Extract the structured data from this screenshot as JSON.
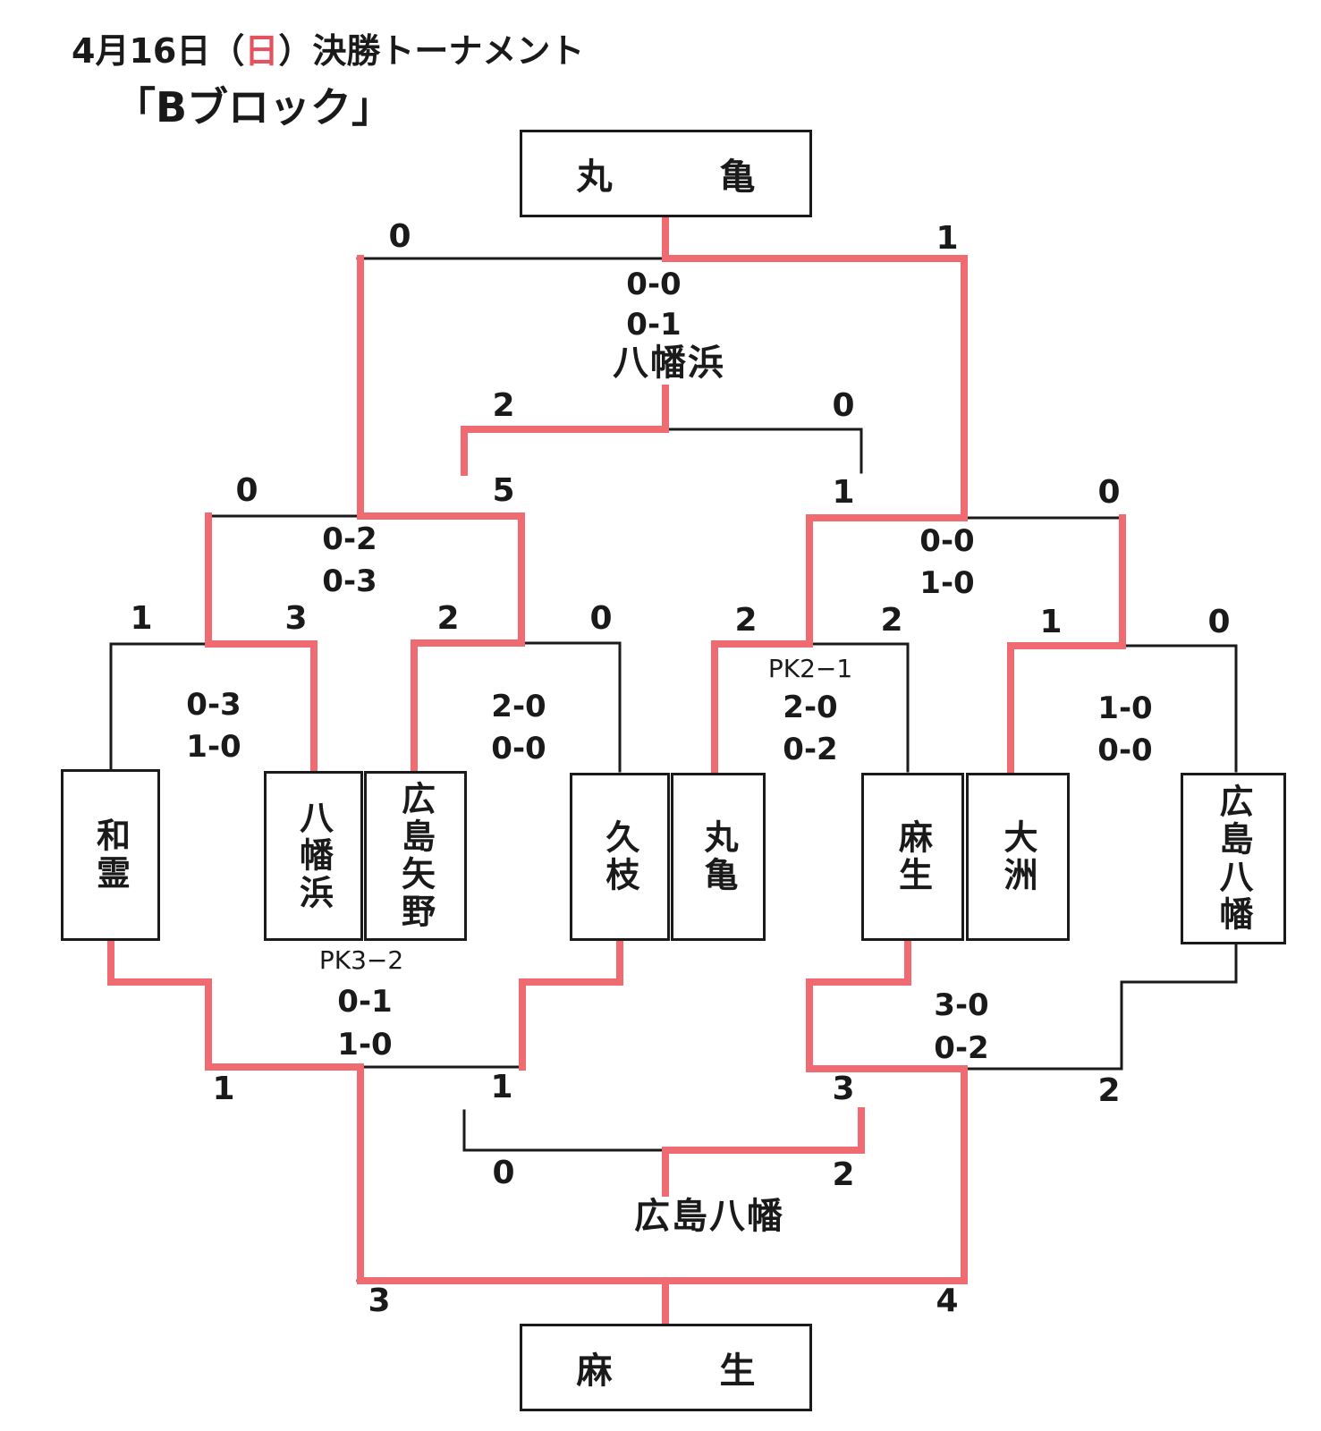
{
  "header": {
    "title_prefix": "4月16日（",
    "title_day": "日",
    "title_suffix": "）決勝トーナメント",
    "block": "「Bブロック」",
    "day_color": "#e5525f"
  },
  "colors": {
    "win_line": "#f06a72",
    "line": "#1a1a1a"
  },
  "champion": "丸　亀",
  "third_place": "麻　生",
  "teams": {
    "t1": "和霊",
    "t2": "八幡浜",
    "t3": "広島矢野",
    "t4": "久枝",
    "t5": "丸亀",
    "t6": "麻生",
    "t7": "大洲",
    "t8": "広島八幡"
  },
  "winners": {
    "top_semifinal": "八幡浜",
    "bottom_semifinal": "広島八幡"
  },
  "top_bracket": {
    "final": {
      "left_score": "0",
      "right_score": "1",
      "detail_1": "0-0",
      "detail_2": "0-1"
    },
    "third_match": {
      "left_score": "2",
      "right_score": "0"
    },
    "semi_left": {
      "left_score": "0",
      "right_score": "5",
      "detail_1": "0-2",
      "detail_2": "0-3"
    },
    "semi_right": {
      "left_score": "1",
      "right_score": "0",
      "detail_1": "0-0",
      "detail_2": "1-0"
    },
    "qf1": {
      "left_score": "1",
      "right_score": "3",
      "detail_1": "0-3",
      "detail_2": "1-0"
    },
    "qf2": {
      "left_score": "2",
      "right_score": "0",
      "detail_1": "2-0",
      "detail_2": "0-0"
    },
    "qf3": {
      "left_score": "2",
      "right_score": "2",
      "pk": "PK2−1",
      "detail_1": "2-0",
      "detail_2": "0-2"
    },
    "qf4": {
      "left_score": "1",
      "right_score": "0",
      "detail_1": "1-0",
      "detail_2": "0-0"
    }
  },
  "bottom_bracket": {
    "semi_left": {
      "pk": "PK3−2",
      "detail_1": "0-1",
      "detail_2": "1-0",
      "left_score": "1",
      "right_score": "1"
    },
    "semi_right": {
      "detail_1": "3-0",
      "detail_2": "0-2",
      "left_score": "3",
      "right_score": "2"
    },
    "match": {
      "left_score": "0",
      "right_score": "2"
    },
    "final": {
      "left_score": "3",
      "right_score": "4"
    }
  }
}
